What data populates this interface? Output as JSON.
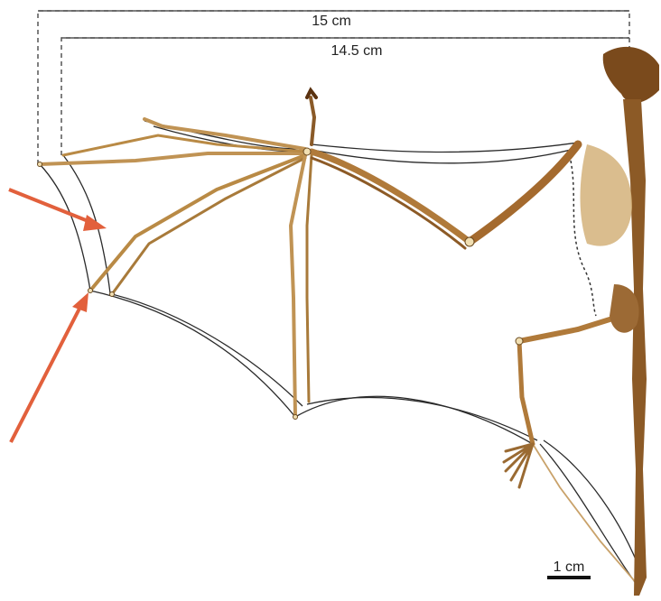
{
  "dimensions": {
    "outer_span_label": "15 cm",
    "inner_span_label": "14.5 cm"
  },
  "scale_bar": {
    "label": "1 cm"
  },
  "colors": {
    "bone": "#b98a45",
    "bone_dark": "#7a4a1c",
    "membrane_outline": "#2a2a2a",
    "dimension_line": "#555555",
    "arrow": "#e2603c",
    "body": "#9c6a35"
  }
}
